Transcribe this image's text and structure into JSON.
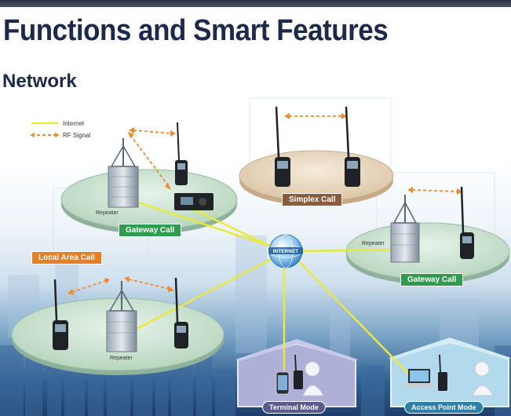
{
  "header": {
    "title": "Functions and Smart Features",
    "subtitle": "Network"
  },
  "legend": {
    "internet": "Internet",
    "rf_signal": "RF Signal"
  },
  "labels": {
    "simplex_call": "Simplex Call",
    "gateway_call_left": "Gateway Call",
    "gateway_call_right": "Gateway Call",
    "local_area_call": "Local Area Call",
    "terminal_mode": "Terminal Mode",
    "access_point_mode": "Access Point Mode",
    "repeater_top": "Repeater",
    "repeater_right": "Repeater",
    "repeater_bottom": "Repeater",
    "internet_globe": "INTERNET"
  },
  "colors": {
    "internet_line": "#e8ea3c",
    "rf_signal": "#f08a2c",
    "gateway_label": "#2e9b4d",
    "simplex_label": "#8a5b3c",
    "local_area_label": "#e87e1e",
    "title": "#1b2a4c"
  }
}
